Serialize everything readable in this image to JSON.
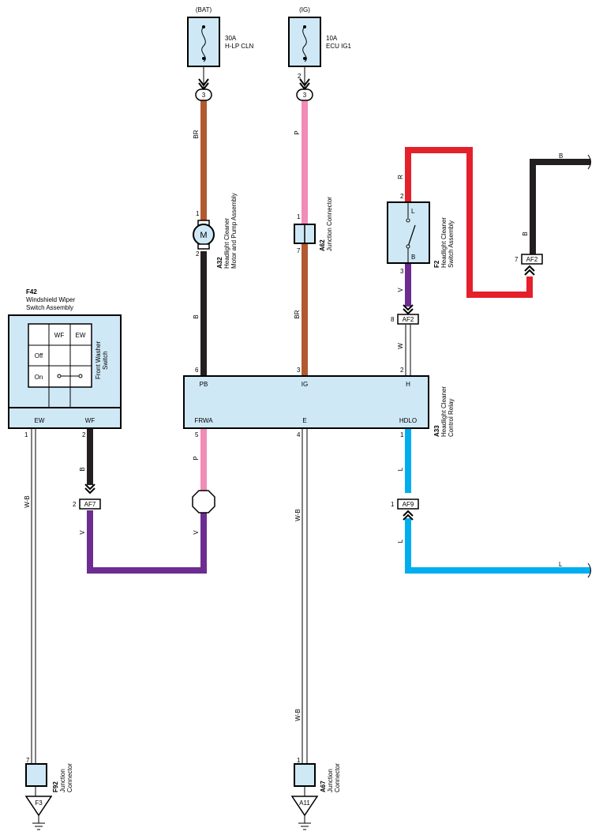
{
  "colors": {
    "brown": "#b1592f",
    "black": "#231f20",
    "pink": "#f18cb8",
    "red": "#e4202a",
    "purple": "#6d2c91",
    "blue": "#00aeef",
    "component_fill": "#cfe8f6"
  },
  "fuses": {
    "bat": {
      "source": "(BAT)",
      "rating": "30A",
      "name": "H-LP CLN",
      "pin_bottom": "3"
    },
    "ig": {
      "source": "(IG)",
      "rating": "10A",
      "name": "ECU IG1",
      "pin_top": "2",
      "pin_bottom": "3"
    }
  },
  "wires": {
    "br_upper": "BR",
    "p_upper": "P",
    "r": "R",
    "b_right_top": "B",
    "b_right_vert": "B",
    "v_switch": "V",
    "w_relay": "W",
    "b_motor": "B",
    "br_lower": "BR",
    "p_lower": "P",
    "v_lower_left": "V",
    "v_lower_right": "V",
    "b_wf": "B",
    "wb_left": "W-B",
    "wb_mid_upper": "W-B",
    "wb_mid_lower": "W-B",
    "l_upper": "L",
    "l_lower": "L",
    "l_right": "L"
  },
  "motor": {
    "code": "A32",
    "name_line1": "Headlight Cleaner",
    "name_line2": "Motor and Pump Assembly",
    "symbol": "M",
    "pin1": "1",
    "pin2": "2"
  },
  "junction_a62": {
    "code": "A62",
    "name": "Junction Connector",
    "pin1": "1",
    "pin2": "7"
  },
  "switch_f2": {
    "code": "F2",
    "name_line1": "Headlight Cleaner",
    "name_line2": "Switch Assembly",
    "contact_top": "L",
    "contact_bottom": "B",
    "pin_top": "2",
    "pin_bottom": "3"
  },
  "connectors": {
    "af2_right": {
      "label": "AF2",
      "pin": "7"
    },
    "af2_left": {
      "label": "AF2",
      "pin": "8"
    },
    "af7": {
      "label": "AF7",
      "pin": "2"
    },
    "af9": {
      "label": "AF9",
      "pin": "1"
    }
  },
  "relay": {
    "code": "A33",
    "name_line1": "Headlight Cleaner",
    "name_line2": "Control Relay",
    "terminals": {
      "pb": "PB",
      "ig": "IG",
      "h": "H",
      "frwa": "FRWA",
      "e": "E",
      "hdlo": "HDLO"
    },
    "pins": {
      "pb": "6",
      "ig": "3",
      "h": "2",
      "frwa": "5",
      "e": "4",
      "hdlo": "1"
    }
  },
  "wiper_switch": {
    "code": "F42",
    "name_line1": "Windshield Wiper",
    "name_line2": "Switch Assembly",
    "col_wf": "WF",
    "col_ew": "EW",
    "row_off": "Off",
    "row_on": "On",
    "side_line1": "Front Washer",
    "side_line2": "Switch",
    "term_ew": "EW",
    "term_wf": "WF",
    "pin_ew": "1",
    "pin_wf": "2"
  },
  "junction_f92": {
    "code": "F92",
    "name_line1": "Junction",
    "name_line2": "Connector",
    "pin": "7",
    "ground": "F3"
  },
  "junction_a67": {
    "code": "A67",
    "name_line1": "Junction",
    "name_line2": "Connector",
    "pin": "1",
    "ground": "A11"
  }
}
